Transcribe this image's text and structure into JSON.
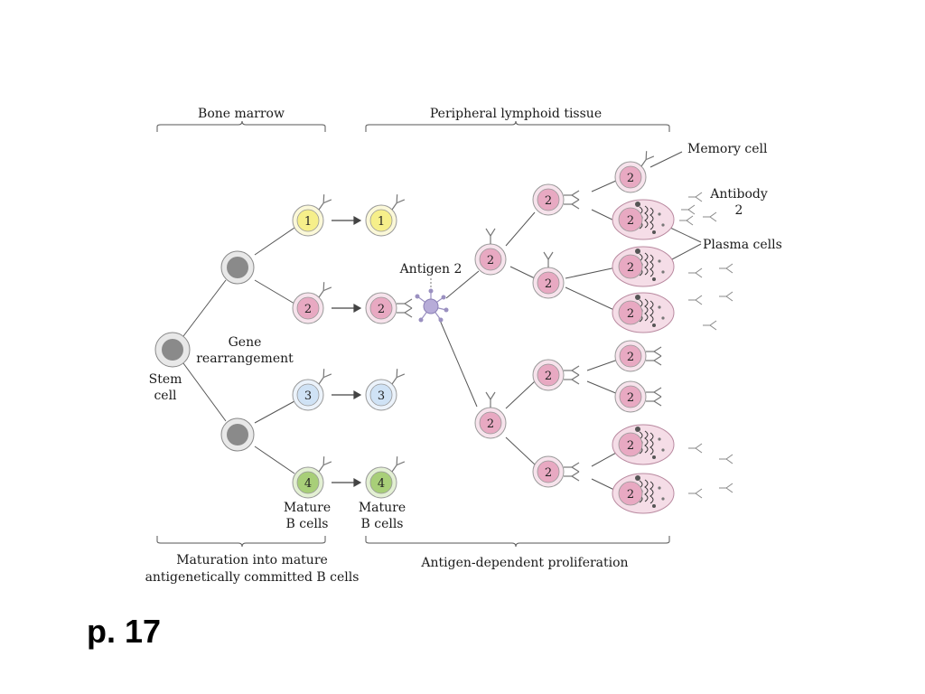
{
  "section_labels": {
    "bone_marrow": "Bone marrow",
    "peripheral": "Peripheral lymphoid tissue",
    "maturation_line1": "Maturation into mature",
    "maturation_line2": "antigenetically committed B cells",
    "proliferation": "Antigen-dependent proliferation"
  },
  "labels": {
    "stem_line1": "Stem",
    "stem_line2": "cell",
    "gene_line1": "Gene",
    "gene_line2": "rearrangement",
    "antigen": "Antigen 2",
    "memory": "Memory cell",
    "antibody_line1": "Antibody",
    "antibody_line2": "2",
    "plasma": "Plasma cells",
    "mature1_line1": "Mature",
    "mature1_line2": "B cells",
    "mature2_line1": "Mature",
    "mature2_line2": "B cells"
  },
  "clone_numbers": [
    "1",
    "2",
    "3",
    "4"
  ],
  "clone_colors": {
    "1": "#f6ef8a",
    "2": "#e8a9c2",
    "3": "#cfe2f5",
    "4": "#a8cf78"
  },
  "activated_clone": "2",
  "page_label": "p. 17"
}
